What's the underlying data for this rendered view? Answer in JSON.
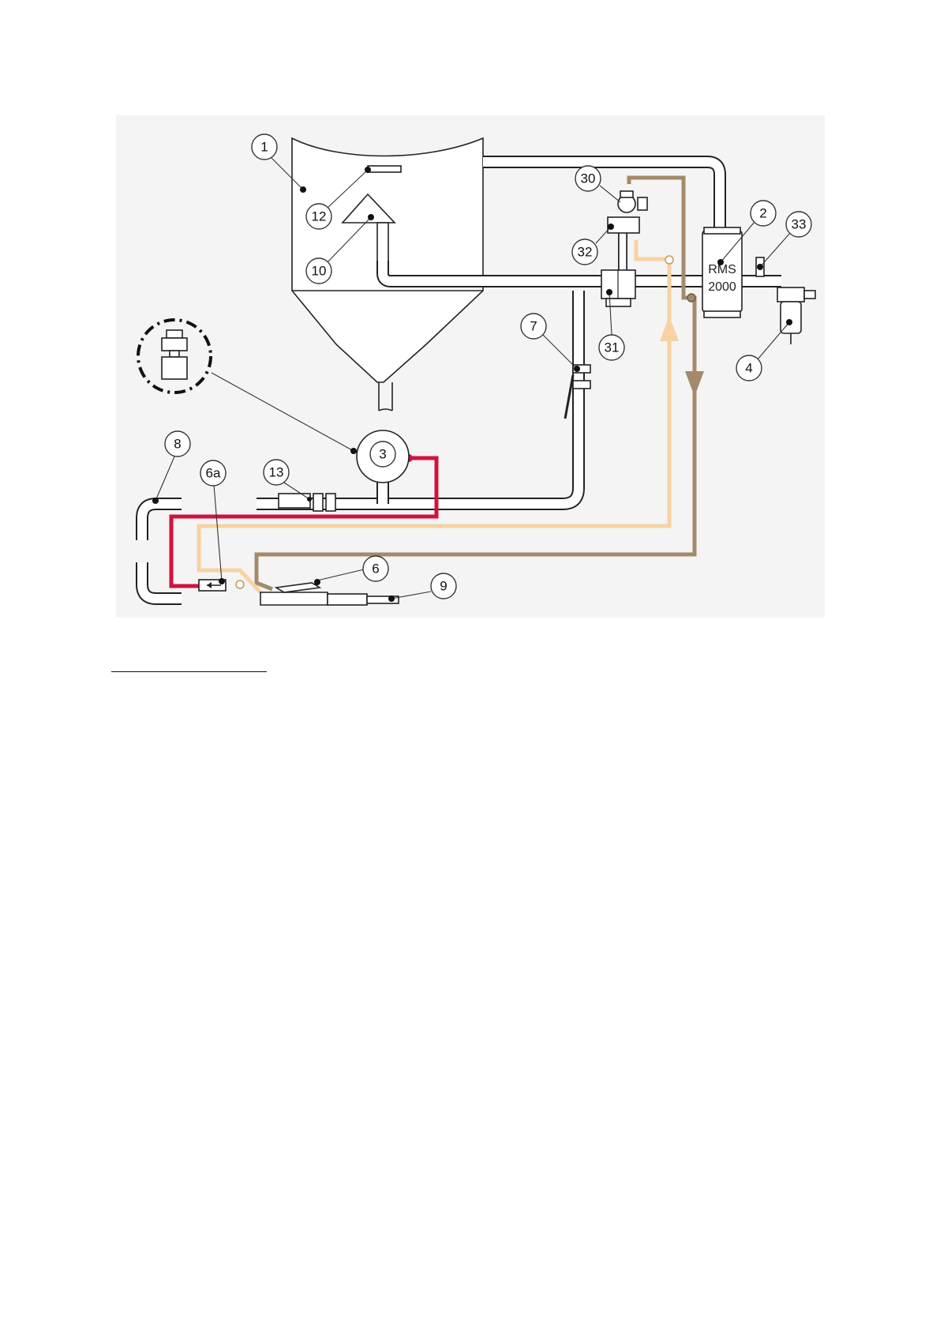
{
  "diagram": {
    "callouts": [
      "1",
      "12",
      "10",
      "30",
      "32",
      "31",
      "2",
      "33",
      "4",
      "7",
      "3",
      "13",
      "8",
      "6a",
      "6",
      "9"
    ],
    "device_label": [
      "RMS",
      "2000"
    ],
    "line_colors": {
      "pressure_line": "#d1123f",
      "supply_line": "#f7d2a2",
      "return_line": "#a38a6c",
      "pipe_outline": "#222222"
    },
    "flow_arrows": [
      "up-arrow",
      "down-arrow"
    ]
  }
}
